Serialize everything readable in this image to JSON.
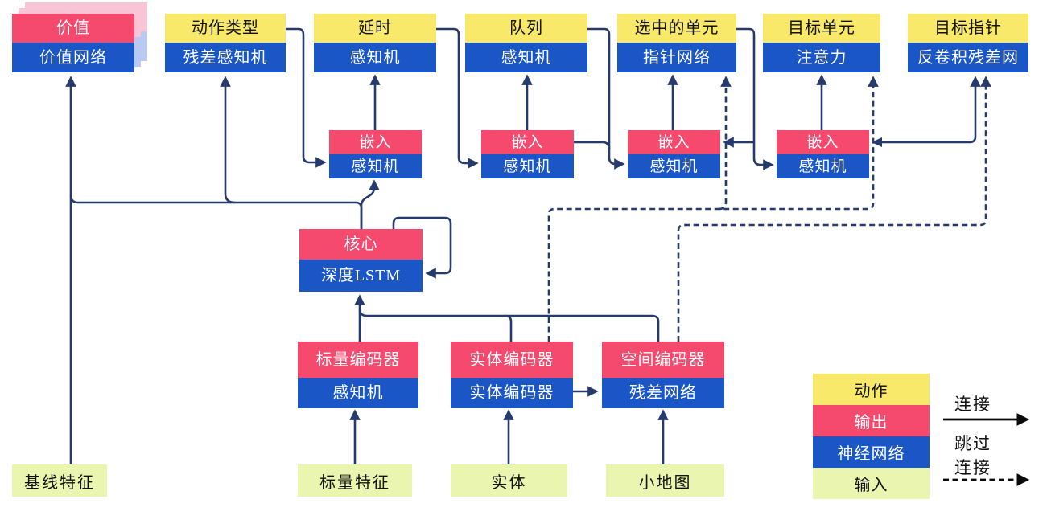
{
  "palette": {
    "action_yellow": "#f8e96a",
    "output_red": "#f5496e",
    "network_blue": "#1a56c5",
    "input_green": "#eaf6b0",
    "shadow_pink": "#f9c5d6",
    "shadow_blue": "#b9c9f1",
    "wire_navy": "#263b6b",
    "legend_black": "#0a0a0a"
  },
  "nodes": [
    {
      "id": "value",
      "header": "价值",
      "body": "价值网络",
      "header_type": "output",
      "stacked": true
    },
    {
      "id": "action-type",
      "header": "动作类型",
      "body": "残差感知机",
      "header_type": "action"
    },
    {
      "id": "delay",
      "header": "延时",
      "body": "感知机",
      "header_type": "action"
    },
    {
      "id": "queue",
      "header": "队列",
      "body": "感知机",
      "header_type": "action"
    },
    {
      "id": "selected-units",
      "header": "选中的单元",
      "body": "指针网络",
      "header_type": "action"
    },
    {
      "id": "target-unit",
      "header": "目标单元",
      "body": "注意力",
      "header_type": "action"
    },
    {
      "id": "target-point",
      "header": "目标指针",
      "body": "反卷积残差网",
      "header_type": "action"
    },
    {
      "id": "embed-1",
      "header": "嵌入",
      "body": "感知机",
      "header_type": "output"
    },
    {
      "id": "embed-2",
      "header": "嵌入",
      "body": "感知机",
      "header_type": "output"
    },
    {
      "id": "embed-3",
      "header": "嵌入",
      "body": "感知机",
      "header_type": "output"
    },
    {
      "id": "embed-4",
      "header": "嵌入",
      "body": "感知机",
      "header_type": "output"
    },
    {
      "id": "core",
      "header": "核心",
      "body": "深度LSTM",
      "header_type": "output"
    },
    {
      "id": "scalar-encoder",
      "header": "标量编码器",
      "body": "感知机",
      "header_type": "output"
    },
    {
      "id": "entity-encoder",
      "header": "实体编码器",
      "body": "实体编码器",
      "header_type": "output"
    },
    {
      "id": "spatial-encoder",
      "header": "空间编码器",
      "body": "残差网络",
      "header_type": "output"
    }
  ],
  "inputs": [
    {
      "id": "baseline-features",
      "label": "基线特征"
    },
    {
      "id": "scalar-features",
      "label": "标量特征"
    },
    {
      "id": "entities",
      "label": "实体"
    },
    {
      "id": "minimap",
      "label": "小地图"
    }
  ],
  "legend": {
    "items": [
      {
        "label": "动作",
        "type": "action"
      },
      {
        "label": "输出",
        "type": "output"
      },
      {
        "label": "神经网络",
        "type": "network"
      },
      {
        "label": "输入",
        "type": "input"
      }
    ],
    "solid_arrow_label": "连接",
    "dashed_arrow_label_line1": "跳过",
    "dashed_arrow_label_line2": "连接"
  }
}
